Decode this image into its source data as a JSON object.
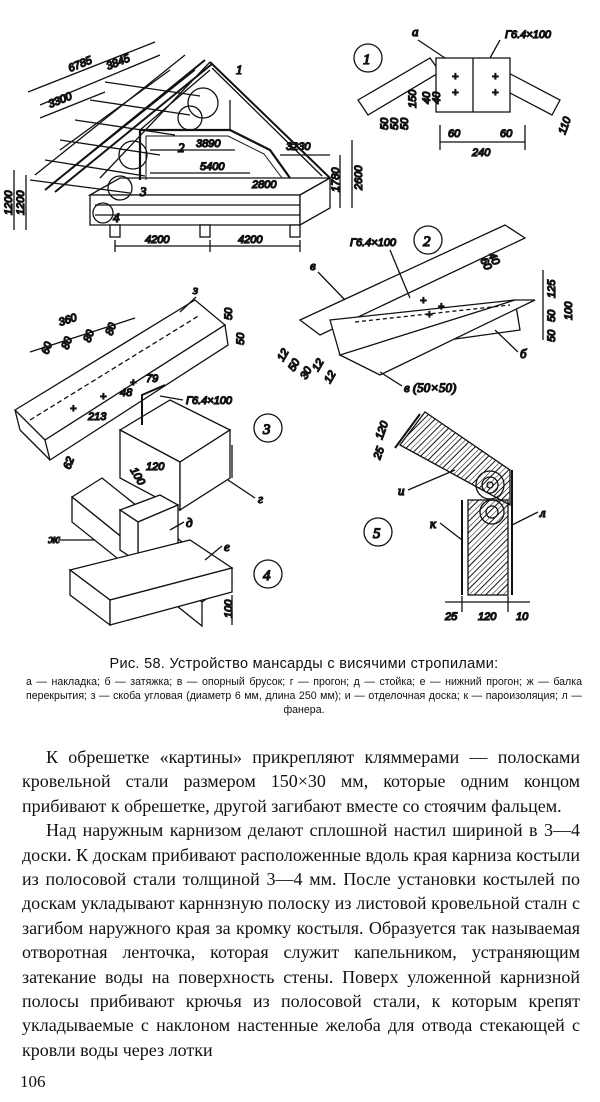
{
  "figure": {
    "labels": {
      "a": "а",
      "b": "б",
      "v": "в",
      "v_dim": "в (50×50)",
      "g": "г",
      "d": "д",
      "e": "е",
      "zh": "ж",
      "z": "з",
      "i": "и",
      "k": "к",
      "l": "л",
      "one": "1",
      "two": "2",
      "three": "3",
      "four": "4"
    },
    "detail_numbers": [
      "1",
      "2",
      "3",
      "4",
      "5"
    ],
    "dimensions_main": {
      "d6785": "6785",
      "d3845": "3845",
      "d3300": "3300",
      "d3890": "3890",
      "d3230": "3230",
      "d5400": "5400",
      "d2800": "2800",
      "d1780": "1780",
      "d2600": "2600",
      "d1200a": "1200",
      "d1200b": "1200",
      "d4200a": "4200",
      "d4200b": "4200"
    },
    "dimensions_detail1": {
      "g": "Г6.4×100",
      "d150": "150",
      "d50a": "50",
      "d50b": "50",
      "d40": "40",
      "d50c": "50",
      "d40b": "40",
      "d60a": "60",
      "d60b": "60",
      "d240": "240",
      "d110": "110"
    },
    "dimensions_detail2": {
      "g": "Г6.4×100",
      "d60": "60",
      "d40": "40",
      "d125": "125",
      "d50a": "50",
      "d50b": "50",
      "d100": "100",
      "d12a": "12",
      "d50c": "50",
      "d30": "30",
      "d12b": "12",
      "d12c": "12"
    },
    "dimensions_detail3": {
      "d360": "360",
      "d60": "60",
      "d80a": "80",
      "d80b": "80",
      "d80c": "80",
      "d50a": "50",
      "d50b": "50",
      "d213": "213",
      "d48": "48",
      "d79": "79",
      "g": "Г6.4×100",
      "d62": "62",
      "d100": "100",
      "d120": "120"
    },
    "dimensions_detail4": {
      "d100": "100"
    },
    "dimensions_detail5": {
      "d25a": "25",
      "d120a": "120",
      "d25b": "25",
      "d120b": "120",
      "d10": "10"
    }
  },
  "caption": {
    "title": "Рис. 58. Устройство мансарды с висячими стропилами:",
    "legend": "а — накладка; б — затяжка; в — опорный брусок; г — прогон; д — стойка; е — нижний прогон; ж — балка перекрытия; з — скоба угловая (диаметр 6 мм, длина 250 мм); и — отделочная доска; к — пароизоляция; л — фанера."
  },
  "body": {
    "paragraph1": "К обрешетке «картины» прикрепляют кляммерами — полосками кровельной стали размером 150×30 мм, которые одним концом прибивают к обрешетке, другой загибают вместе со стоячим фальцем.",
    "paragraph2": "Над наружным карнизом делают сплошной настил шириной в 3—4 доски. К доскам прибивают расположенные вдоль края карниза костыли из полосовой стали толщиной 3—4 мм. После установки костылей по доскам укладывают карннзную полоску из листовой кровельной сталн с загибом наружного края за кромку костыля. Образуется так называемая отворотная ленточка, которая служит капельником, устраняющим затекание воды на поверхность стены. Поверх уложенной карнизной полосы прибивают крючья из полосовой стали, к которым крепят укладываемые с наклоном настенные желоба для отвода стекающей с кровли воды через лотки"
  },
  "page_number": "106"
}
